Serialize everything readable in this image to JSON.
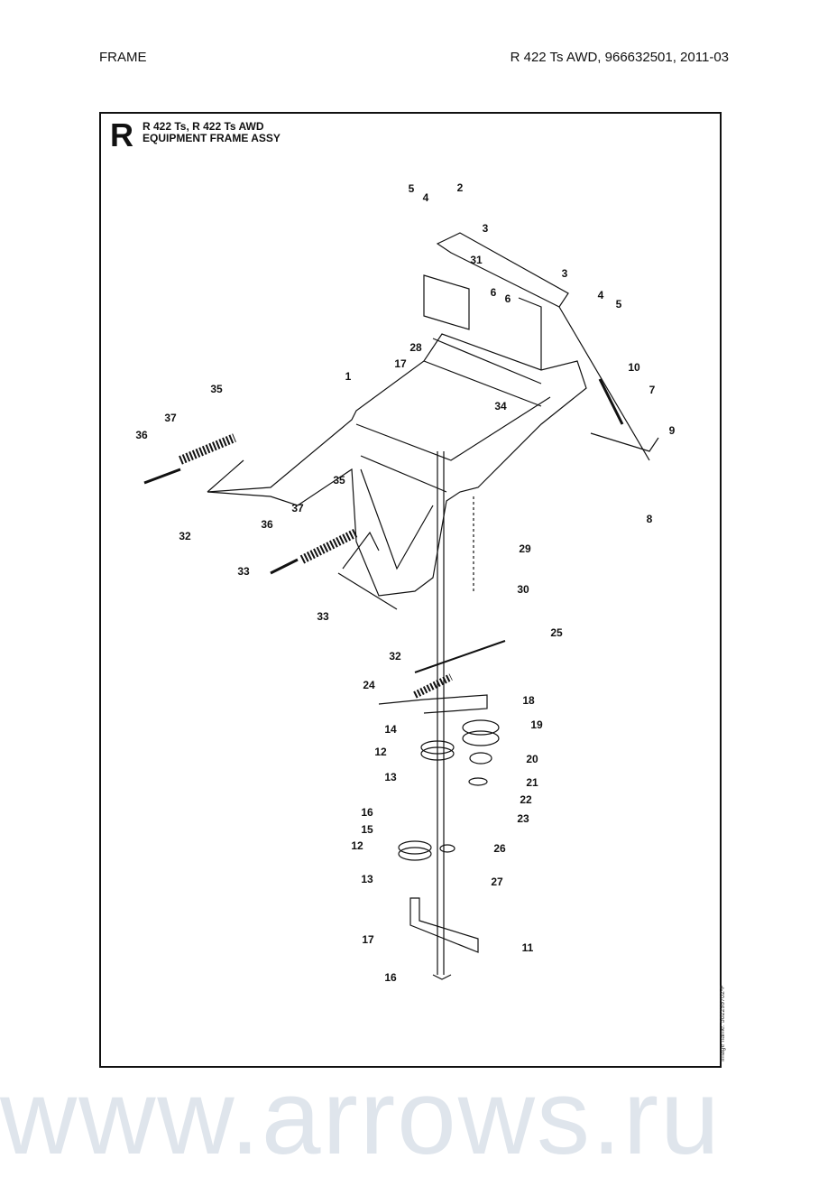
{
  "header": {
    "section": "FRAME",
    "model_info": "R 422 Ts AWD, 966632501, 2011-03"
  },
  "diagram": {
    "letter": "R",
    "title_line1": "R 422 Ts, R 422 Ts AWD",
    "title_line2": "EQUIPMENT FRAME ASSY",
    "image_name": "Image name: 502299702-F",
    "watermark": "www.arrows.ru",
    "callouts": [
      "5",
      "4",
      "2",
      "3",
      "31",
      "6",
      "6",
      "3",
      "4",
      "5",
      "28",
      "17",
      "1",
      "10",
      "7",
      "35",
      "37",
      "36",
      "34",
      "9",
      "8",
      "32",
      "36",
      "37",
      "35",
      "33",
      "29",
      "30",
      "33",
      "32",
      "25",
      "24",
      "18",
      "19",
      "14",
      "12",
      "20",
      "13",
      "21",
      "22",
      "23",
      "16",
      "15",
      "12",
      "26",
      "13",
      "27",
      "17",
      "11",
      "16"
    ]
  }
}
